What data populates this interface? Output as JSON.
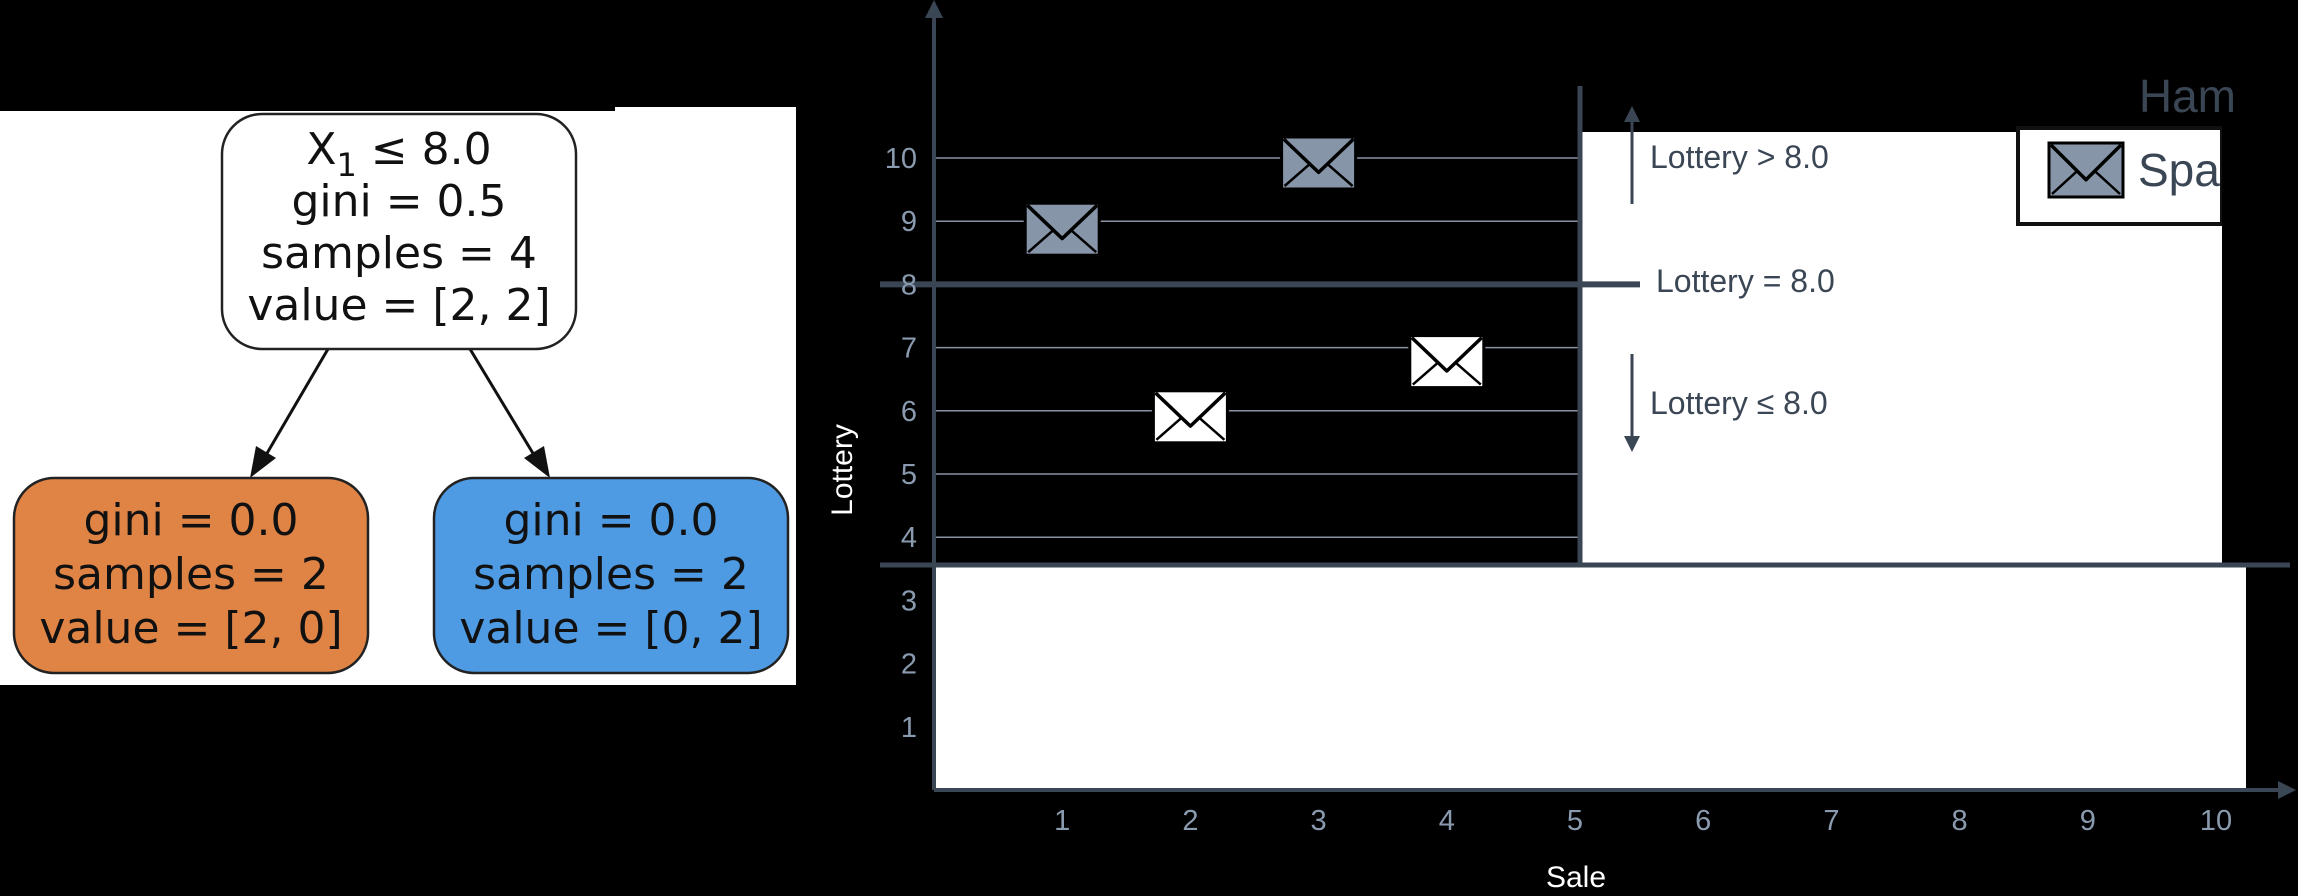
{
  "tree": {
    "root": {
      "condition_var": "X",
      "condition_sub": "1",
      "condition_rest": " ≤ 8.0",
      "gini": "gini = 0.5",
      "samples": "samples = 4",
      "value": "value = [2, 2]",
      "fill": "#ffffff"
    },
    "left": {
      "gini": "gini = 0.0",
      "samples": "samples = 2",
      "value": "value = [2, 0]",
      "fill": "#e08446"
    },
    "right": {
      "gini": "gini = 0.0",
      "samples": "samples = 2",
      "value": "value = [0, 2]",
      "fill": "#4f9be3"
    }
  },
  "chart_data": {
    "type": "scatter",
    "xlabel": "Sale",
    "ylabel": "Lottery",
    "xlim": [
      0,
      10
    ],
    "ylim": [
      0,
      10
    ],
    "xticks": [
      1,
      2,
      3,
      4,
      5,
      6,
      7,
      8,
      9,
      10
    ],
    "yticks": [
      1,
      2,
      3,
      4,
      5,
      6,
      7,
      8,
      9,
      10
    ],
    "grid": "horizontal",
    "series": [
      {
        "name": "Ham",
        "color": "#ffffff",
        "icon": "envelope-icon",
        "points": [
          [
            2,
            6
          ],
          [
            4,
            7
          ]
        ]
      },
      {
        "name": "Spam",
        "color": "#8795a8",
        "icon": "envelope-icon",
        "points": [
          [
            1,
            9
          ],
          [
            3,
            10
          ]
        ]
      }
    ],
    "split": {
      "y": 8.0,
      "label": "Lottery = 8.0"
    },
    "annotations": {
      "above": "Lottery > 8.0",
      "below": "Lottery ≤ 8.0"
    },
    "legend_position": "top-right"
  }
}
